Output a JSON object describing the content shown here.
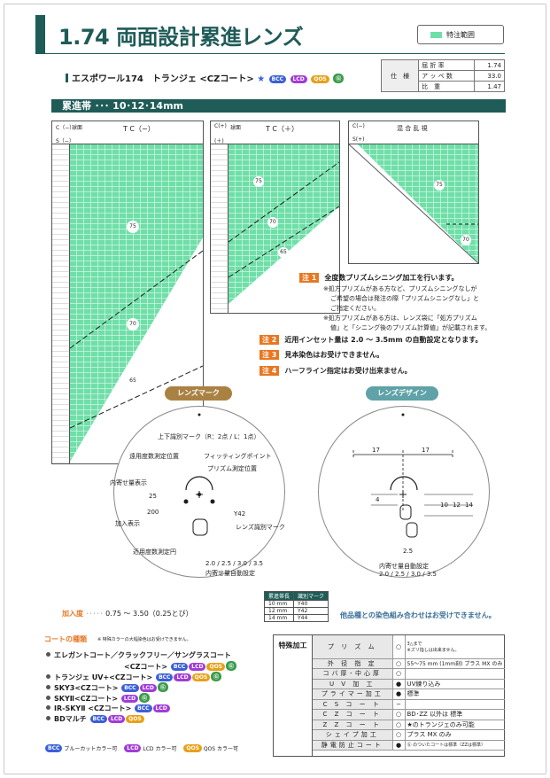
{
  "header": {
    "title": "1.74 両面設計累進レンズ",
    "legend_label": "特注範囲"
  },
  "product": {
    "name": "エスポワール174　トランジェ <CZコート>",
    "star": "★",
    "badges": [
      "BCC",
      "LCD",
      "QOS",
      "Ⓖ"
    ]
  },
  "spec": {
    "head": "仕　様",
    "rows": [
      [
        "屈 折 率",
        "1.74"
      ],
      [
        "ア ッ ベ 数",
        "33.0"
      ],
      [
        "比　重",
        "1.47"
      ]
    ]
  },
  "section": {
    "title": "累進帯 ･･･ 10･12･14mm"
  },
  "charts": {
    "left": {
      "title": "T C（−）",
      "s_label": "S（−）",
      "c_label": "C（−）",
      "region": "球面",
      "marks": [
        "75",
        "70",
        "65"
      ]
    },
    "middle": {
      "title": "T C（＋）",
      "s_label": "(＋)",
      "c_label": "C(+)",
      "region": "球面",
      "marks": [
        "75",
        "70",
        "65"
      ]
    },
    "right": {
      "title": "混 合 乱 視",
      "c_label": "C(−)",
      "s_label": "S(+)",
      "marks": [
        "75",
        "70"
      ]
    }
  },
  "notes": [
    {
      "tag": "注 1",
      "text": "全度数プリズムシニング加工を行います。"
    },
    {
      "tag": "注 2",
      "text": "近用インセット量は 2.0 ～ 3.5mm の自動設定となります。"
    },
    {
      "tag": "注 3",
      "text": "見本染色はお受けできません。"
    },
    {
      "tag": "注 4",
      "text": "ハーフライン指定はお受け出来ません。"
    }
  ],
  "subnotes": [
    "※処方プリズムがある方など、プリズムシニングなしが",
    "ご希望の場合は発注の際「プリズムシニングなし」と",
    "ご指定ください。",
    "※処方プリズムがある方は、レンズ袋に「処方プリズム",
    "値」と「シニング後のプリズム計算値」が記載されます。"
  ],
  "lens_mark": {
    "title": "レンズマーク",
    "labels": [
      "上下識別マーク（R：2点 / L：1点）",
      "遠用度数測定位置",
      "フィッティングポイント",
      "プリズム測定位置",
      "内寄せ量表示",
      "25",
      "200",
      "加入表示",
      "Y42",
      "レンズ識別マーク",
      "近用度数測定円",
      "2.0 / 2.5 / 3.0 / 3.5",
      "内寄せ量自動設定"
    ]
  },
  "lens_design": {
    "title": "レンズデザイン",
    "labels": [
      "17",
      "17",
      "4",
      "10",
      "12",
      "14",
      "2.5",
      "内寄せ量自動設定",
      "2.0 / 2.5 / 3.0 / 3.5"
    ],
    "footer": "他品種との染色組み合わせはお受けできません。"
  },
  "y_table": {
    "head": [
      "累進帯長",
      "識別マーク"
    ],
    "rows": [
      [
        "10 mm",
        "Y40"
      ],
      [
        "12 mm",
        "Y42"
      ],
      [
        "14 mm",
        "Y44"
      ]
    ]
  },
  "addition": {
    "label": "加入度",
    "dots": "･････",
    "value": "0.75 ～ 3.50（0.25とび）"
  },
  "coatings": {
    "title": "コートの種類",
    "note": "※ 特殊カラーの大幅染色はお受けできません。",
    "items": [
      {
        "text": "エレガントコート／クラックフリー／サングラスコート",
        "text2": "<CZコート>",
        "badges": [
          "BCC",
          "LCD",
          "QOS",
          "Ⓖ"
        ]
      },
      {
        "text": "トランジェ UV+<CZコート>",
        "badges": [
          "BCC",
          "LCD",
          "QOS",
          "Ⓖ"
        ]
      },
      {
        "text": "SKY3<CZコート>",
        "badges": [
          "BCC",
          "LCD",
          "Ⓖ"
        ]
      },
      {
        "text": "SKYⅡ<CZコート>",
        "badges": [
          "LCD",
          "Ⓖ"
        ]
      },
      {
        "text": "IR-SKYⅡ <CZコート>",
        "badges": [
          "BCC",
          "LCD"
        ]
      },
      {
        "text": "BDマルチ",
        "badges": [
          "BCC",
          "LCD",
          "QOS"
        ]
      }
    ],
    "legend": [
      [
        "BCC",
        "ブルーカットカラー可"
      ],
      [
        "LCD",
        "LCD カラー可"
      ],
      [
        "QOS",
        "QOS カラー可"
      ]
    ]
  },
  "special": {
    "title": "特殊加工",
    "rows": [
      [
        "プ リ ズ ム",
        "○",
        "3△まで\n※ズリ指しは出来ません。"
      ],
      [
        "外 径 指 定",
        "○",
        "55～75 mm (1mm刻) プラス MX のみ"
      ],
      [
        "コバ厚･中心厚",
        "○",
        ""
      ],
      [
        "U V 加 工",
        "●",
        "UV練り込み"
      ],
      [
        "プライマー加工",
        "●",
        "標準"
      ],
      [
        "C S コ ー ト",
        "−",
        ""
      ],
      [
        "C Z コ ー ト",
        "○",
        "BD･ZZ 以外は 標準"
      ],
      [
        "Z Z コ ー ト",
        "○",
        "★のトランジェのみ可能"
      ],
      [
        "シェイプ加工",
        "○",
        "プラス MX のみ"
      ],
      [
        "静電防止コート",
        "●",
        "Ⓖ のついたコートは標準（ZZは標準）"
      ]
    ]
  }
}
